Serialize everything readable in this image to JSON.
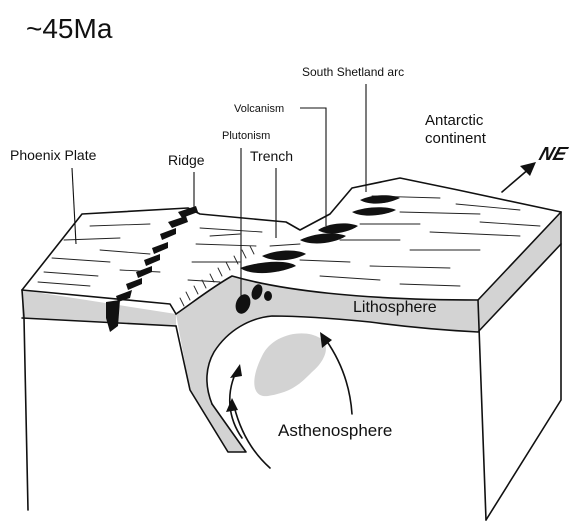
{
  "title": "~45Ma",
  "direction": "NE",
  "labels": {
    "phoenix_plate": "Phoenix Plate",
    "ridge": "Ridge",
    "plutonism": "Plutonism",
    "trench": "Trench",
    "volcanism": "Volcanism",
    "south_shetland_arc": "South Shetland arc",
    "antarctic_continent_line1": "Antarctic",
    "antarctic_continent_line2": "continent",
    "lithosphere": "Lithosphere",
    "asthenosphere": "Asthenosphere"
  },
  "colors": {
    "lithosphere": "#d3d3d3",
    "ink": "#111111",
    "background": "#ffffff"
  }
}
